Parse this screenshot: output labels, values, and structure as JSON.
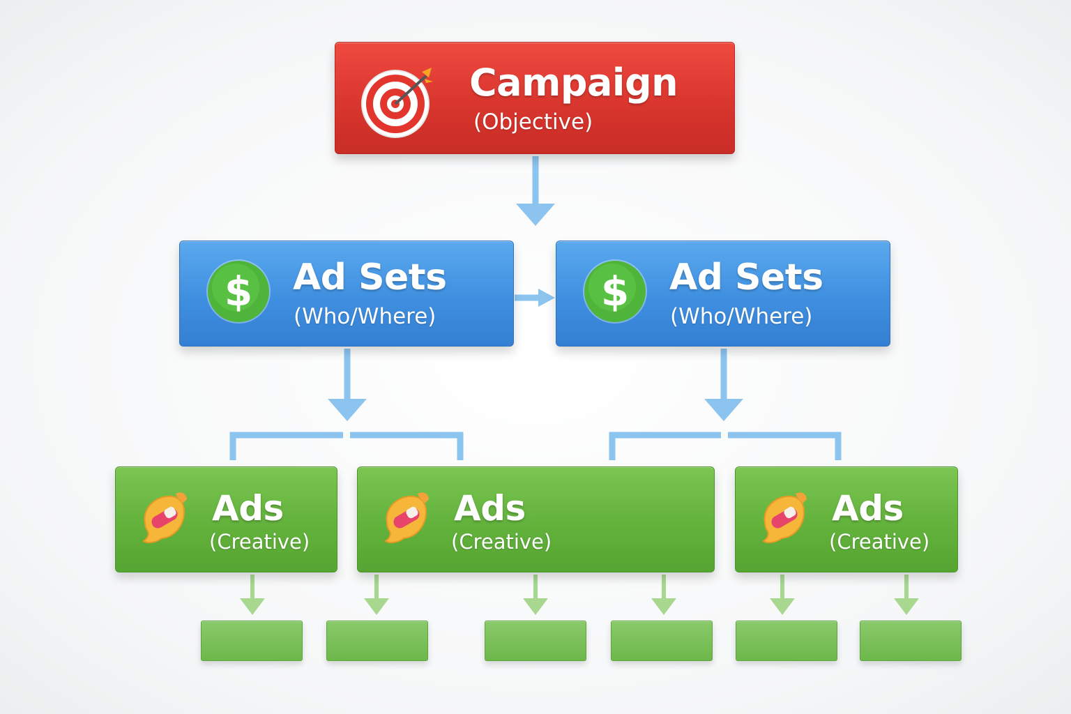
{
  "campaign": {
    "title": "Campaign",
    "subtitle": "(Objective)",
    "icon": "target-icon"
  },
  "ad_sets": [
    {
      "title": "Ad Sets",
      "subtitle": "(Who/Where)",
      "icon": "dollar-icon"
    },
    {
      "title": "Ad Sets",
      "subtitle": "(Who/Where)",
      "icon": "dollar-icon"
    }
  ],
  "ads": [
    {
      "title": "Ads",
      "subtitle": "(Creative)",
      "icon": "creative-icon"
    },
    {
      "title": "Ads",
      "subtitle": "(Creative)",
      "icon": "creative-icon"
    },
    {
      "title": "Ads",
      "subtitle": "(Creative)",
      "icon": "creative-icon"
    }
  ],
  "colors": {
    "campaign": "#d9362e",
    "ad_set": "#3f8fe0",
    "ad": "#62b23c",
    "connector_blue": "#8cc4f0",
    "connector_green": "#a8d890"
  }
}
